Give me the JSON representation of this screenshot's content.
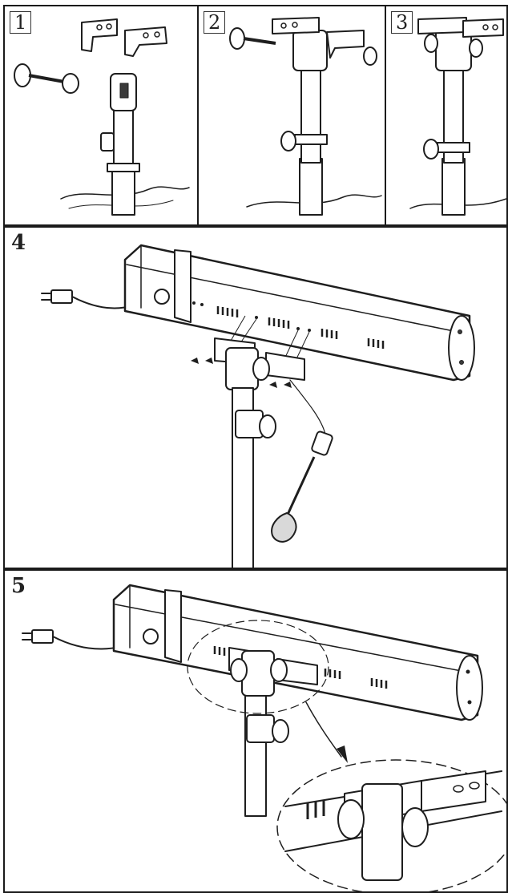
{
  "figure": {
    "steps": [
      {
        "number": "1"
      },
      {
        "number": "2"
      },
      {
        "number": "3"
      },
      {
        "number": "4"
      },
      {
        "number": "5"
      }
    ]
  },
  "colors": {
    "ink": "#1e1e1e",
    "paper": "#ffffff",
    "shade": "#d9d9d9"
  }
}
